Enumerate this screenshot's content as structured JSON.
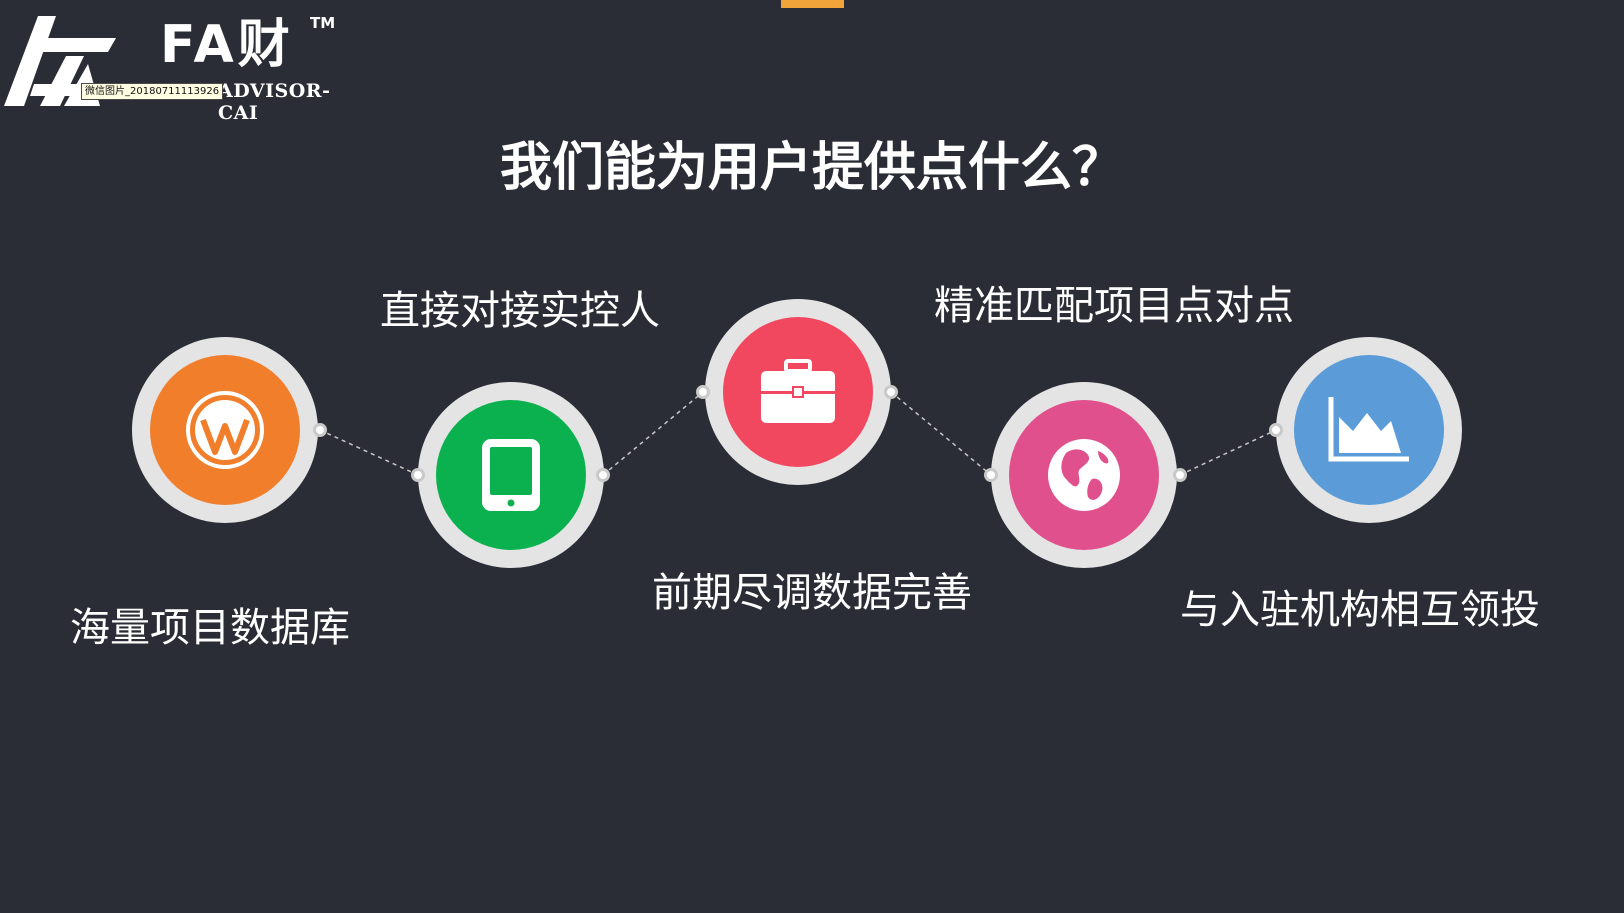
{
  "logo": {
    "name": "FA财",
    "trademark": "TM",
    "subtitle": "ADVISOR-CAI",
    "image_tooltip": "微信图片_20180711113926"
  },
  "headline": "我们能为用户提供点什么？",
  "features": [
    {
      "label": "海量项目数据库",
      "icon": "wordpress-icon",
      "color": "#f07e2b"
    },
    {
      "label": "直接对接实控人",
      "icon": "tablet-icon",
      "color": "#0bb14e"
    },
    {
      "label": "前期尽调数据完善",
      "icon": "briefcase-icon",
      "color": "#f2485f"
    },
    {
      "label": "精准匹配项目点对点",
      "icon": "globe-icon",
      "color": "#e0508c"
    },
    {
      "label": "与入驻机构相互领投",
      "icon": "area-chart-icon",
      "color": "#5b9bd8"
    }
  ],
  "colors": {
    "background": "#2b2d36",
    "accent": "#f0a43a",
    "ring": "#e4e4e4"
  }
}
